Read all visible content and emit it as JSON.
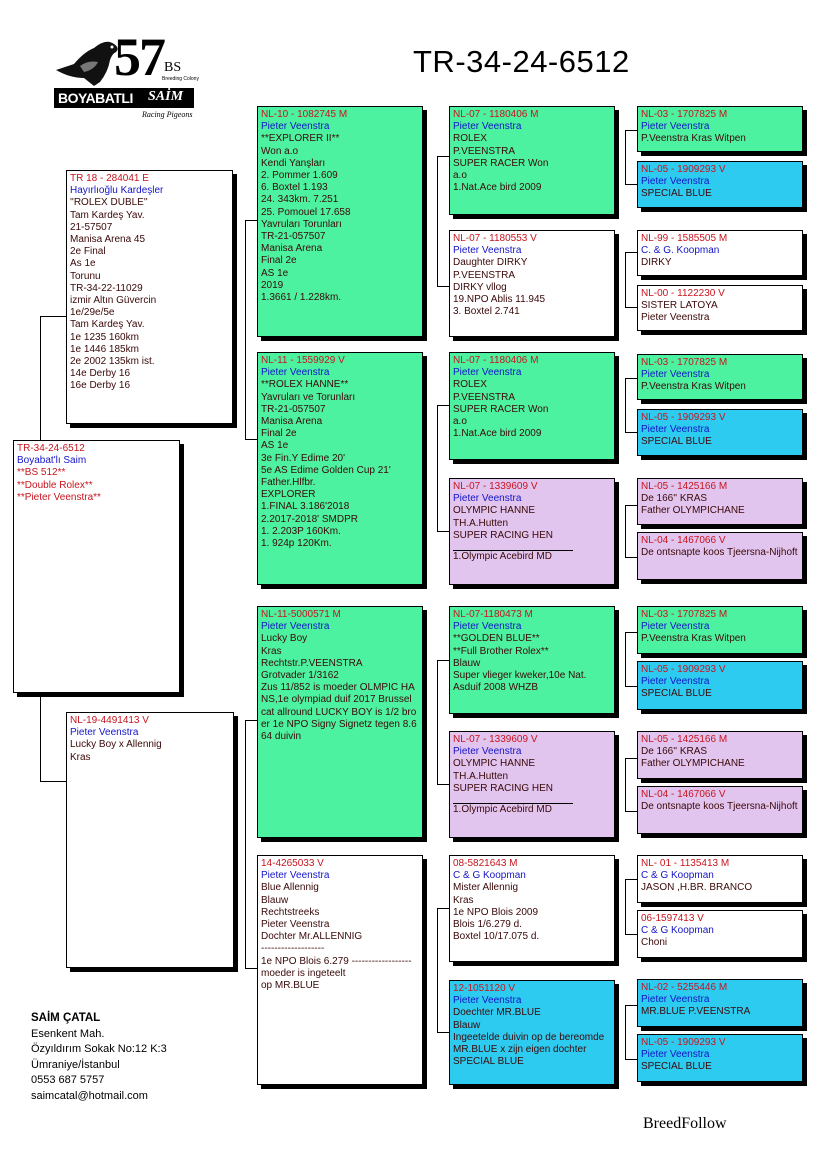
{
  "header": {
    "title": "TR-34-24-6512",
    "logo": {
      "number": "57",
      "badge": "BS",
      "tagline": "Breeding Colony",
      "brand1": "BOYABATLI",
      "brand2": "SAİM",
      "sub": "Racing Pigeons"
    }
  },
  "pedigree": {
    "subject": {
      "lines": [
        "TR-34-24-6512",
        "Boyabat'lı Saim",
        "**BS 512**",
        "**Double Rolex**",
        "**Pieter Veenstra**"
      ]
    },
    "sire": {
      "lines": [
        "TR 18 - 284041 E",
        "Hayırlıoğlu Kardeşler",
        "''ROLEX DUBLE''",
        "Tam Kardeş Yav.",
        "21-57507",
        "Manisa Arena 45",
        "2e Final",
        "As 1e",
        "Torunu",
        "TR-34-22-11029",
        "izmir Altın Güvercin",
        "1e/29e/5e",
        "Tam Kardeş Yav.",
        "1e 1235 160km",
        "1e 1446 185km",
        "2e 2002 135km  ist.",
        "14e Derby 16",
        "16e Derby 16"
      ]
    },
    "dam": {
      "lines": [
        "NL-19-4491413 V",
        "Pieter Veenstra",
        "Lucky Boy x Allennig",
        "Kras"
      ]
    },
    "ss": {
      "lines": [
        "NL-10 - 1082745 M",
        "Pieter Veenstra",
        "**EXPLORER II**",
        "Won a.o",
        "Kendi Yanşları",
        "2.  Pommer   1.609",
        "6.  Boxtel   1.193",
        "24. 343km.   7.251",
        "25. Pomouel 17.658",
        "Yavruları Torunları",
        "TR-21-057507",
        "Manisa Arena",
        "Final 2e",
        "AS 1e",
        "2019",
        "1.3661 / 1.228km."
      ]
    },
    "sd": {
      "lines": [
        "NL-11 - 1559929 V",
        "Pieter Veenstra",
        "**ROLEX HANNE**",
        "Yavruları ve Torunları",
        "TR-21-057507",
        "Manisa Arena",
        "Final 2e",
        "AS 1e",
        "3e Fin.Y Edime 20'",
        "5e AS Edime Golden Cup 21'",
        "Father.Hlfbr.",
        "EXPLORER",
        "1.FINAL 3.186'2018",
        "2.2017-2018' SMDPR",
        "1. 2.203P 160Km.",
        "1.   924p 120Km."
      ]
    },
    "ds": {
      "lines": [
        "NL-11-5000571 M",
        "Pieter Veenstra",
        "Lucky Boy",
        "Kras",
        "Rechtstr.P.VEENSTRA",
        "Grotvader 1/3162"
      ],
      "para": "Zus 11/852 is moeder OLMPIC HANS,1e olympiad duif 2017 Brussel cat allround LUCKY BOY is 1/2 broer 1e NPO Signy Signetz tegen 8.664 duivin"
    },
    "dd": {
      "lines": [
        "14-4265033 V",
        "Pieter Veenstra",
        "Blue Allennig",
        "Blauw",
        "Rechtstreeks",
        "Pieter Veenstra",
        "Dochter Mr.ALLENNIG",
        "-------------------",
        "1e NPO Blois 6.279 ------------------",
        "moeder is ingeteelt",
        "op MR.BLUE"
      ]
    },
    "sss": {
      "lines": [
        "NL-07 - 1180406 M",
        "Pieter Veenstra",
        "ROLEX",
        "P.VEENSTRA",
        "SUPER RACER Won",
        "a.o",
        "1.Nat.Ace bird 2009"
      ]
    },
    "ssd": {
      "lines": [
        "NL-07 - 1180553 V",
        "Pieter Veenstra",
        "Daughter DIRKY",
        "P.VEENSTRA",
        "DIRKY vllog",
        "19.NPO Ablis 11.945",
        "3. Boxtel     2.741"
      ]
    },
    "sds": {
      "lines": [
        "NL-07 - 1180406 M",
        "Pieter Veenstra",
        "ROLEX",
        "P.VEENSTRA",
        "SUPER RACER Won",
        "a.o",
        "1.Nat.Ace bird 2009"
      ]
    },
    "sdd": {
      "lines": [
        "NL-07 - 1339609 V",
        "Pieter Veenstra",
        "OLYMPIC HANNE",
        "TH.A.Hutten",
        "SUPER RACING HEN",
        "1.Olympic Acebird MD"
      ]
    },
    "dss": {
      "lines": [
        "NL-07-1180473 M",
        "Pieter Veenstra",
        "**GOLDEN BLUE**",
        "**Full Brother Rolex**",
        "Blauw"
      ],
      "para": "Super vlieger kweker,10e Nat. Asduif 2008 WHZB"
    },
    "dsd": {
      "lines": [
        "NL-07 - 1339609 V",
        "Pieter Veenstra",
        "OLYMPIC HANNE",
        "TH.A.Hutten",
        "SUPER RACING HEN",
        "1.Olympic Acebird MD"
      ]
    },
    "dds": {
      "lines": [
        "08-5821643 M",
        "C & G Koopman",
        "Mister Allennig",
        "Kras",
        "1e NPO Blois 2009",
        "Blois 1/6.279 d.",
        "Boxtel 10/17.075 d."
      ]
    },
    "ddd": {
      "lines": [
        "12-1051120 V",
        "Pieter Veenstra",
        "Doechter MR.BLUE",
        "Blauw"
      ],
      "para": "Ingeetelde duivin op de bereomde MR.BLUE x zijn eigen dochter",
      "tail": "SPECIAL BLUE"
    },
    "g1": {
      "lines": [
        "NL-03 - 1707825 M",
        "Pieter Veenstra",
        "P.Veenstra Kras Witpen"
      ]
    },
    "g2": {
      "lines": [
        "NL-05 - 1909293 V",
        "Pieter Veenstra",
        "SPECIAL BLUE"
      ]
    },
    "g3": {
      "lines": [
        "NL-99 - 1585505 M",
        "C. & G. Koopman",
        "DIRKY"
      ]
    },
    "g4": {
      "lines": [
        "NL-00 - 1122230 V",
        "SISTER LATOYA",
        "Pieter Veenstra"
      ]
    },
    "g5": {
      "lines": [
        "NL-03 - 1707825 M",
        "Pieter Veenstra",
        "P.Veenstra Kras Witpen"
      ]
    },
    "g6": {
      "lines": [
        "NL-05 - 1909293 V",
        "Pieter Veenstra",
        "SPECIAL BLUE"
      ]
    },
    "g7": {
      "lines": [
        "NL-05 - 1425166 M",
        "De 166'' KRAS",
        "Father OLYMPICHANE"
      ]
    },
    "g8": {
      "lines": [
        "NL-04 - 1467066 V"
      ],
      "para": "De ontsnapte koos Tjeersna-Nijhoft"
    },
    "g9": {
      "lines": [
        "NL-03 - 1707825 M",
        "Pieter Veenstra",
        "P.Veenstra Kras Witpen"
      ]
    },
    "g10": {
      "lines": [
        "NL-05 - 1909293 V",
        "Pieter Veenstra",
        "SPECIAL BLUE"
      ]
    },
    "g11": {
      "lines": [
        "NL-05 - 1425166 M",
        "De 166'' KRAS",
        "Father OLYMPICHANE"
      ]
    },
    "g12": {
      "lines": [
        "NL-04 - 1467066 V"
      ],
      "para": "De ontsnapte koos Tjeersna-Nijhoft"
    },
    "g13": {
      "lines": [
        "NL- 01 - 1135413 M",
        "C & G Koopman",
        "JASON  ,H.BR. BRANCO"
      ]
    },
    "g14": {
      "lines": [
        "06-1597413 V",
        "C & G Koopman",
        "Choni"
      ]
    },
    "g15": {
      "lines": [
        "NL-02 - 5255446 M",
        "Pieter Veenstra",
        "MR.BLUE P.VEENSTRA"
      ]
    },
    "g16": {
      "lines": [
        "NL-05 - 1909293 V",
        "Pieter Veenstra",
        "SPECIAL BLUE"
      ]
    }
  },
  "owner": {
    "name": "SAİM ÇATAL",
    "address1": "Esenkent Mah.",
    "address2": "Özyıldırım Sokak No:12 K:3",
    "address3": "Ümraniye/İstanbul",
    "phone": "0553 687 5757",
    "email": "saimcatal@hotmail.com"
  },
  "footer": {
    "brand": "BreedFollow"
  },
  "colors": {
    "green": "#4cf2a0",
    "cyan": "#2ecbf0",
    "purple": "#e2c5ee",
    "red_text": "#c8141e",
    "blue_text": "#1414c8"
  }
}
